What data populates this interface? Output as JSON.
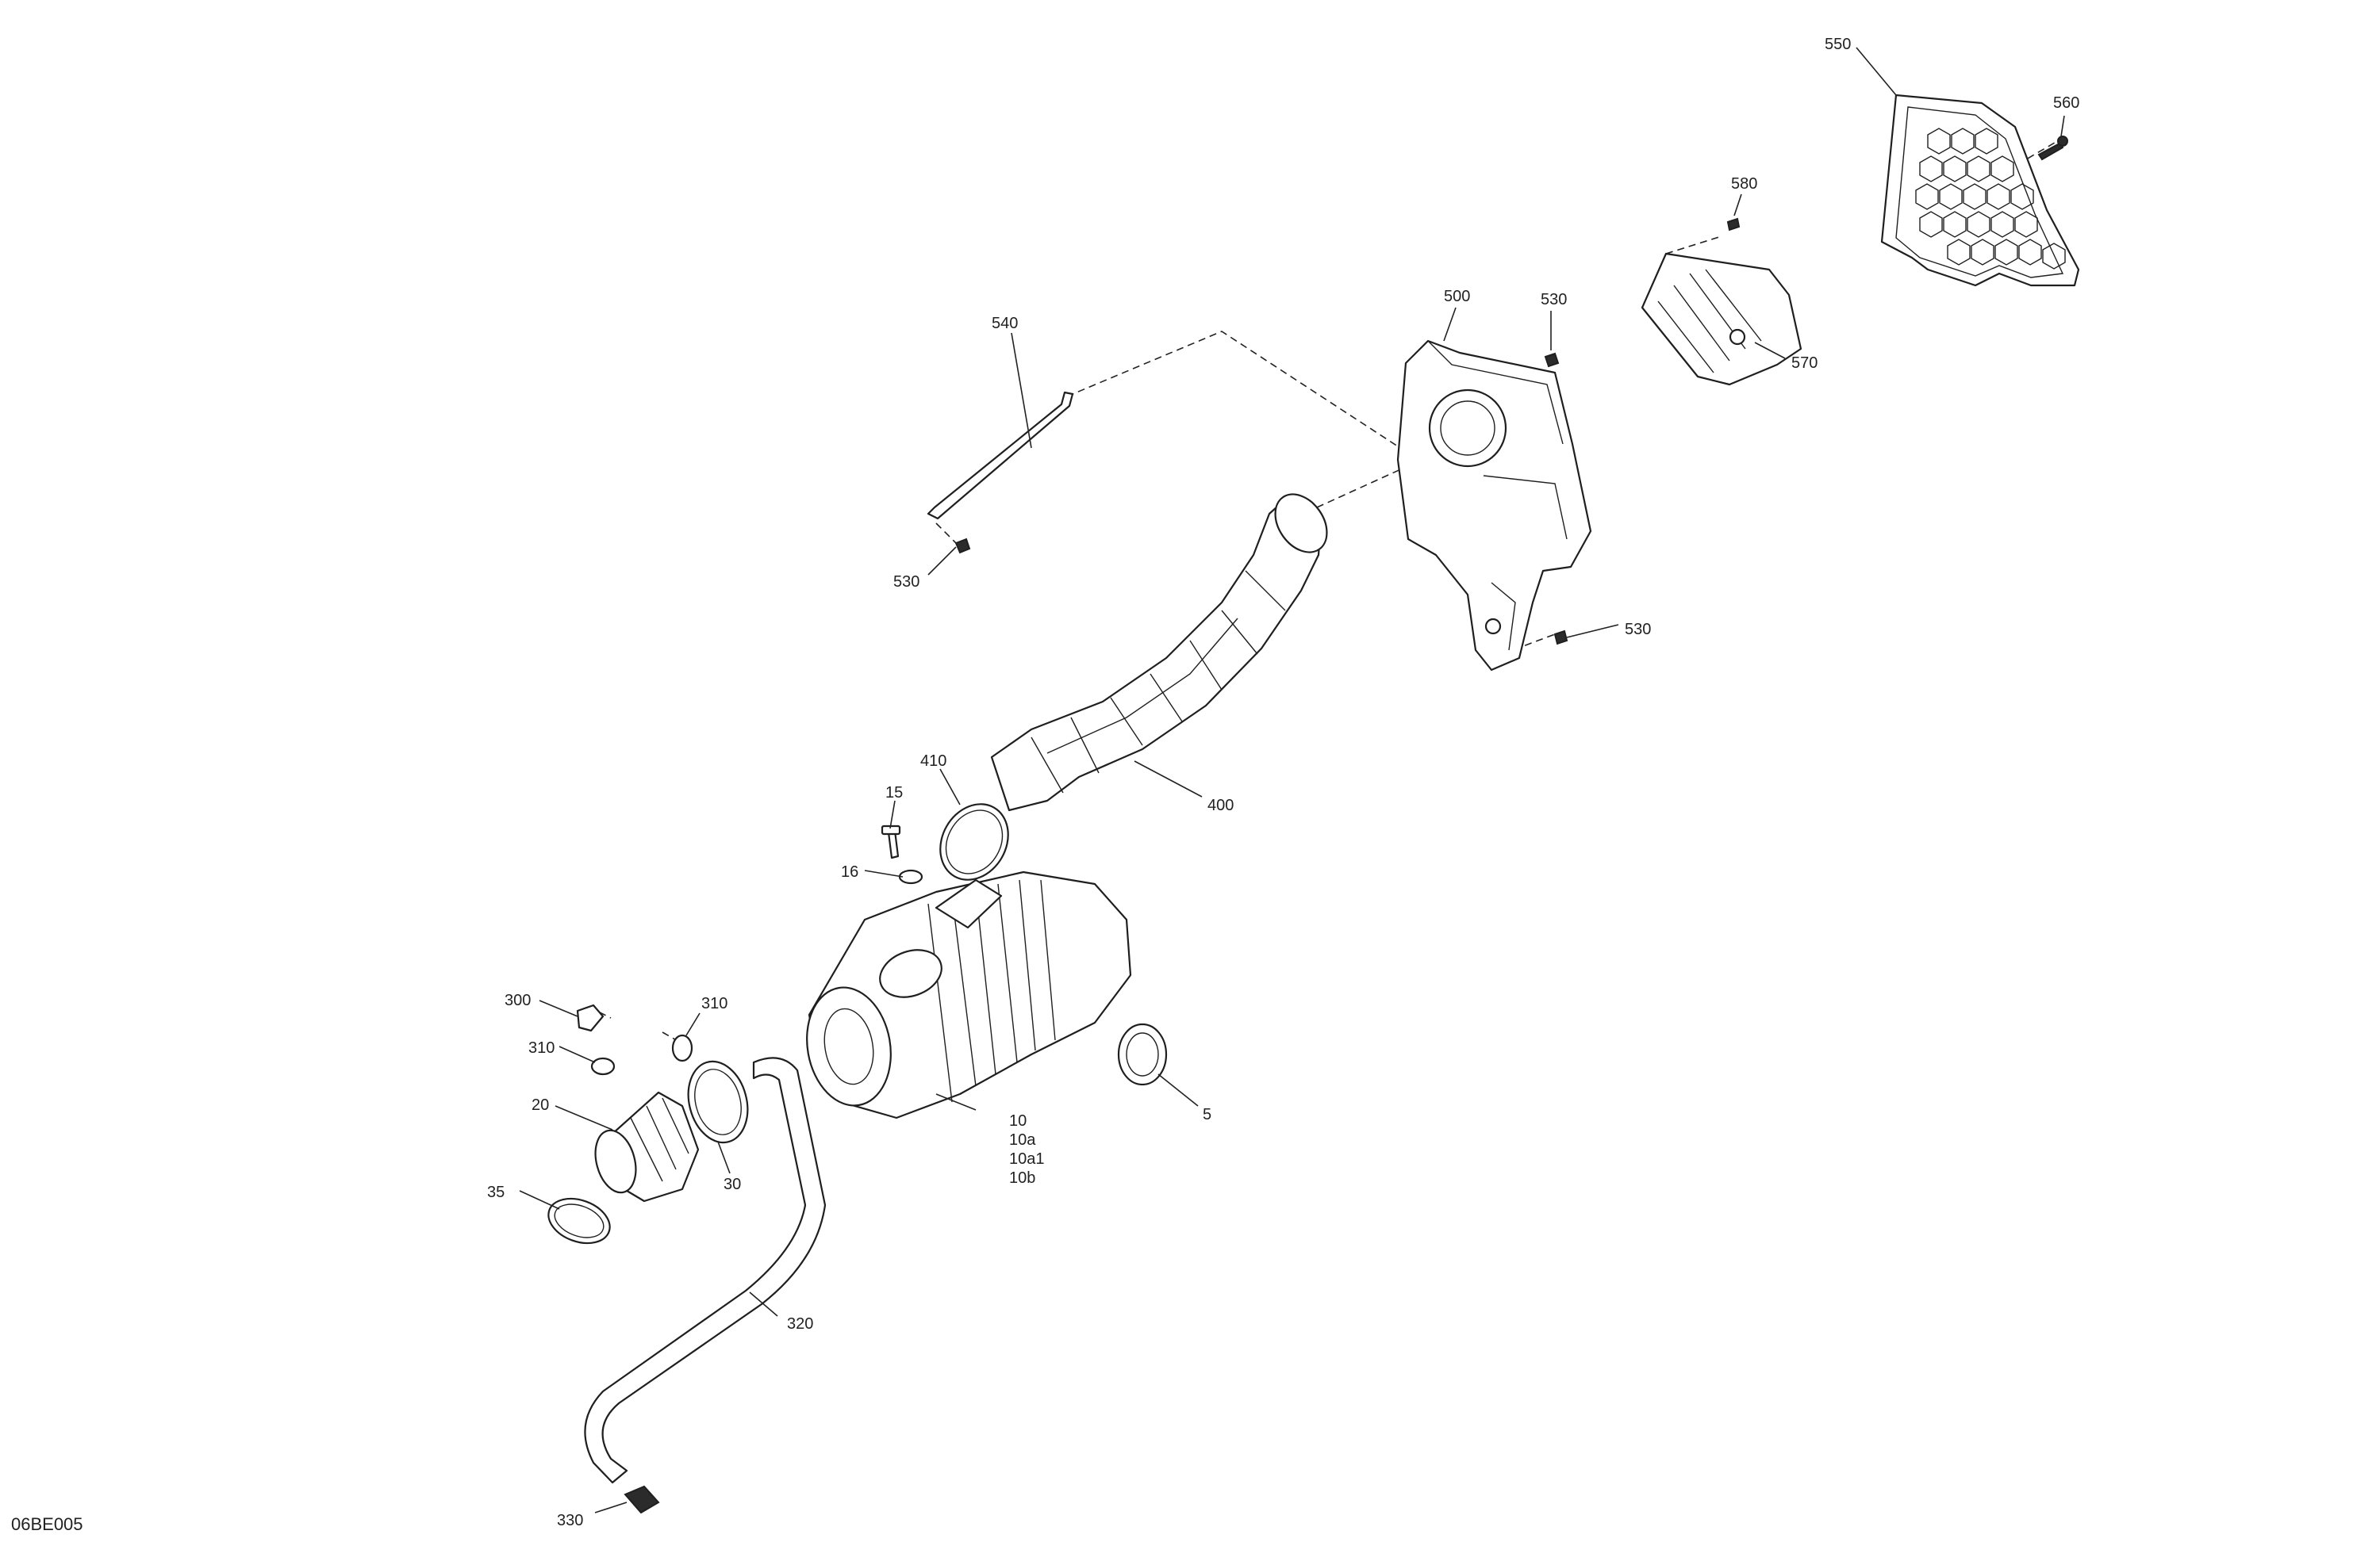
{
  "drawing_code": "06BE005",
  "callouts": {
    "c10": "10",
    "c10a": "10a",
    "c10a1": "10a1",
    "c10b": "10b",
    "c5": "5",
    "c15": "15",
    "c16": "16",
    "c20": "20",
    "c30": "30",
    "c35": "35",
    "c300": "300",
    "c310a": "310",
    "c310b": "310",
    "c320": "320",
    "c330": "330",
    "c400": "400",
    "c410": "410",
    "c500": "500",
    "c530a": "530",
    "c530b": "530",
    "c530c": "530",
    "c540": "540",
    "c550": "550",
    "c560": "560",
    "c570": "570",
    "c580": "580"
  }
}
